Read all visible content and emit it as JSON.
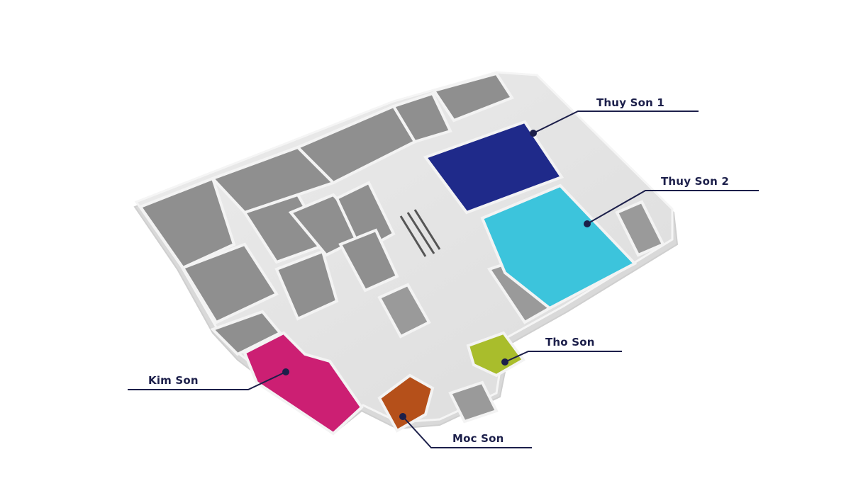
{
  "diagram": {
    "type": "isometric-floor-plan",
    "colors": {
      "background": "#ffffff",
      "floor_light": "#e6e6e6",
      "walls": "#f3f3f3",
      "rooms_gray": "#8f8f8f",
      "leader_line": "#1c1f4a",
      "label_text": "#1c1f4a"
    },
    "rooms": [
      {
        "id": "thuy-son-1",
        "label": "Thuy Son 1",
        "color": "#1f2a8a"
      },
      {
        "id": "thuy-son-2",
        "label": "Thuy Son 2",
        "color": "#3cc4dc"
      },
      {
        "id": "tho-son",
        "label": "Tho Son",
        "color": "#a9bd2c"
      },
      {
        "id": "kim-son",
        "label": "Kim Son",
        "color": "#cc1f73"
      },
      {
        "id": "moc-son",
        "label": "Moc Son",
        "color": "#b5501a"
      }
    ]
  }
}
